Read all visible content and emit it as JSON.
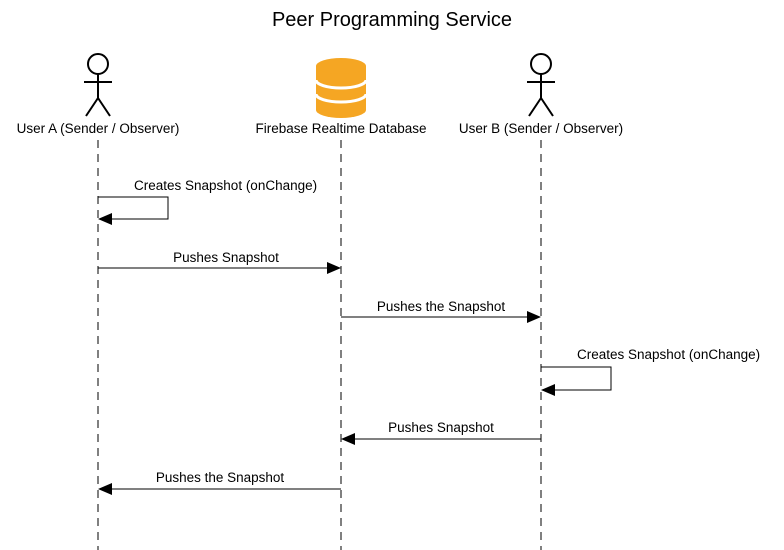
{
  "diagram": {
    "title": "Peer Programming Service",
    "participants": [
      {
        "id": "user_a",
        "label": "User A (Sender / Observer)",
        "icon": "actor-icon"
      },
      {
        "id": "db",
        "label": "Firebase Realtime Database",
        "icon": "database-icon"
      },
      {
        "id": "user_b",
        "label": "User B (Sender / Observer)",
        "icon": "actor-icon"
      }
    ],
    "messages": [
      {
        "from": "user_a",
        "to": "user_a",
        "label": "Creates Snapshot (onChange)"
      },
      {
        "from": "user_a",
        "to": "db",
        "label": "Pushes Snapshot"
      },
      {
        "from": "db",
        "to": "user_b",
        "label": "Pushes the Snapshot"
      },
      {
        "from": "user_b",
        "to": "user_b",
        "label": "Creates Snapshot (onChange)"
      },
      {
        "from": "user_b",
        "to": "db",
        "label": "Pushes Snapshot"
      },
      {
        "from": "db",
        "to": "user_a",
        "label": "Pushes the Snapshot"
      }
    ],
    "colors": {
      "database_fill": "#F5A623",
      "line": "#000000"
    }
  }
}
